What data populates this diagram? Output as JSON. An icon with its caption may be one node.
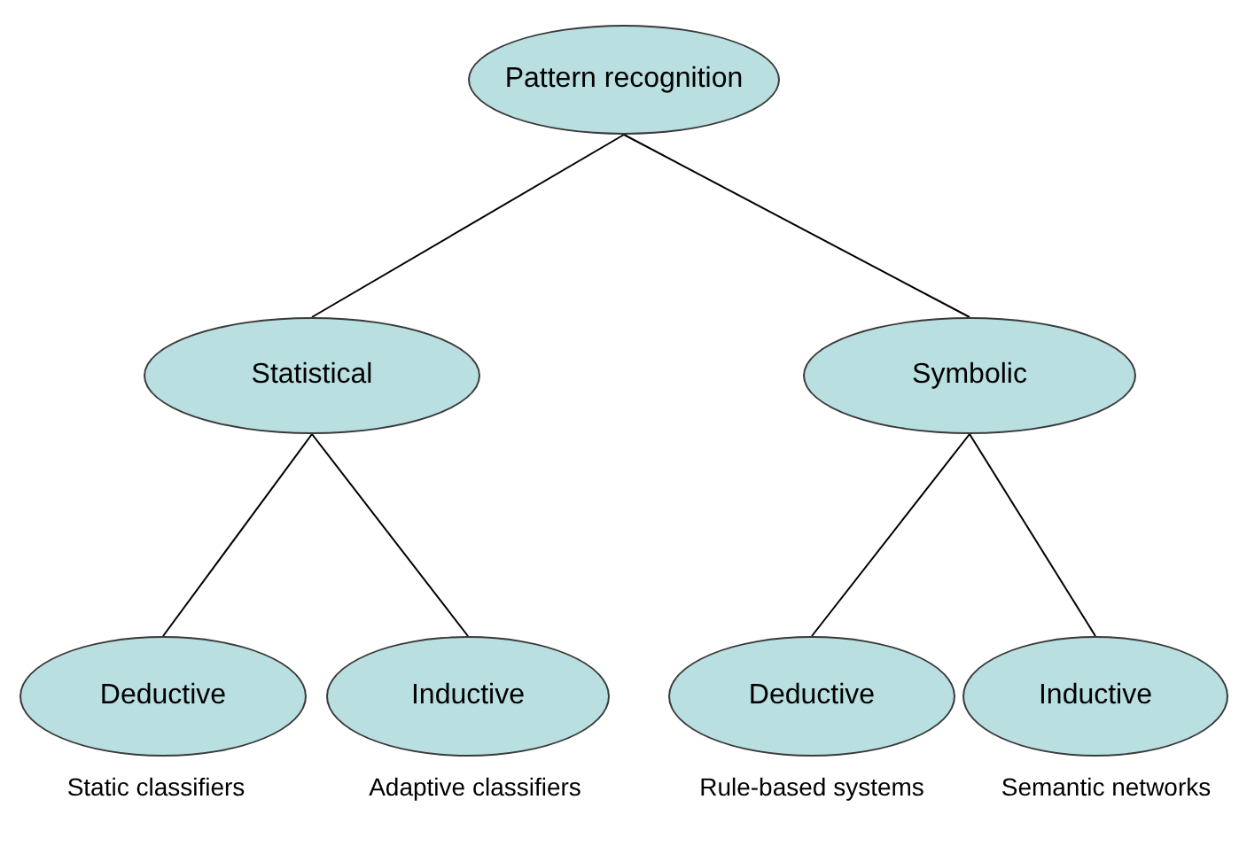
{
  "diagram": {
    "nodes": [
      {
        "text": [
          "Pattern recognition"
        ]
      },
      {
        "text": [
          "Statistical"
        ]
      },
      {
        "text": [
          "Symbolic"
        ]
      },
      {
        "text": [
          "Deductive"
        ],
        "beside": [
          "Static classifiers"
        ]
      },
      {
        "text": [
          "Inductive"
        ],
        "beside": [
          "Adaptive classifiers"
        ]
      },
      {
        "text": [
          "Deductive"
        ],
        "beside": [
          "Rule-based systems"
        ]
      },
      {
        "text": [
          "Inductive"
        ],
        "beside": [
          "Semantic networks"
        ]
      }
    ],
    "edges": [
      {
        "from": 0,
        "to": 1,
        "arrow": "none"
      },
      {
        "from": 0,
        "to": 2,
        "arrow": "none"
      },
      {
        "from": 1,
        "to": 3,
        "arrow": "none"
      },
      {
        "from": 1,
        "to": 4,
        "arrow": "none"
      },
      {
        "from": 2,
        "to": 5,
        "arrow": "none"
      },
      {
        "from": 2,
        "to": 6,
        "arrow": "none"
      }
    ]
  }
}
